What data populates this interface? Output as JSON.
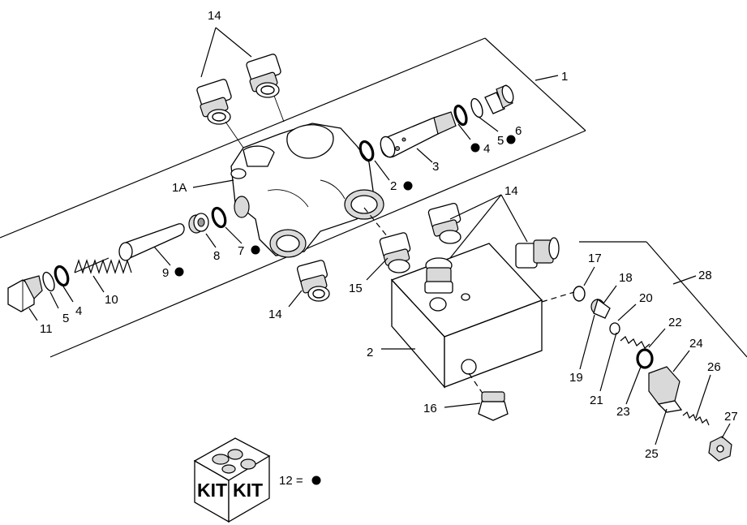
{
  "callouts": {
    "c1": "1",
    "c1a": "1A",
    "c2a": "2",
    "c2b": "2",
    "c3": "3",
    "c4a": "4",
    "c4b": "4",
    "c5a": "5",
    "c5b": "5",
    "c6": "6",
    "c7": "7",
    "c8": "8",
    "c9": "9",
    "c10": "10",
    "c11": "11",
    "c14a": "14",
    "c14b": "14",
    "c14c": "14",
    "c15": "15",
    "c16": "16",
    "c17": "17",
    "c18": "18",
    "c19": "19",
    "c20": "20",
    "c21": "21",
    "c22": "22",
    "c23": "23",
    "c24": "24",
    "c25": "25",
    "c26": "26",
    "c27": "27",
    "c28": "28"
  },
  "kit": {
    "word_left": "KIT",
    "word_right": "KIT",
    "legend": "12 ="
  }
}
